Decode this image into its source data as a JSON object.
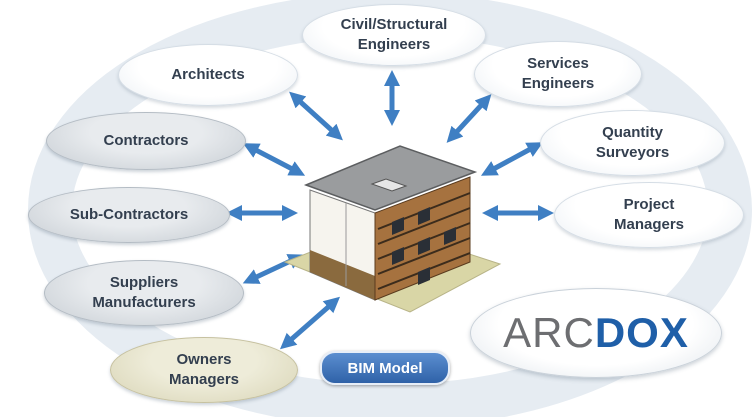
{
  "stakeholders": {
    "civil": "Civil/Structural\nEngineers",
    "services": "Services\nEngineers",
    "architects": "Architects",
    "quantity": "Quantity\nSurveyors",
    "contractors": "Contractors",
    "project": "Project\nManagers",
    "subcontractors": "Sub-Contractors",
    "suppliers": "Suppliers\nManufacturers",
    "owners": "Owners\nManagers"
  },
  "center_label": "BIM Model",
  "logo": {
    "part1": "ARC",
    "part2": "DOX"
  },
  "colors": {
    "arrow": "#3f7fc3",
    "badge": "#2f62a8",
    "logo_accent": "#1f5fa8",
    "owners_node": "#e4e1c6"
  }
}
